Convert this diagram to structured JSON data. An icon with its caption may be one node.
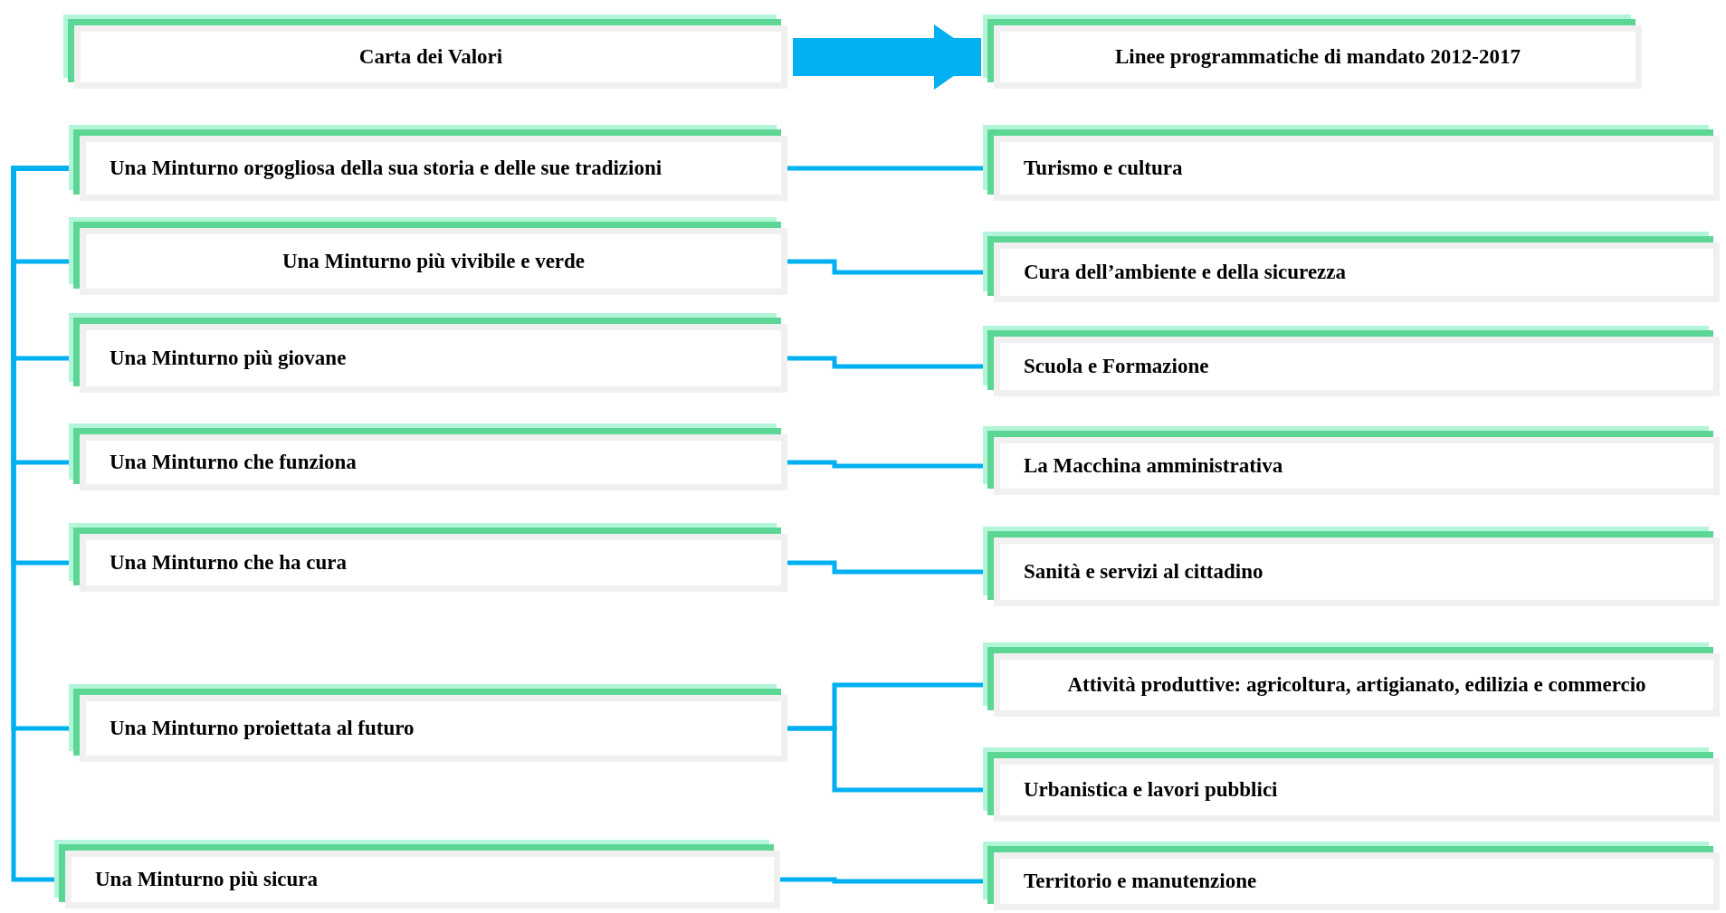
{
  "diagram": {
    "nodes": [
      {
        "text": [
          "Carta dei Valori"
        ]
      },
      {
        "text": [
          "Linee programmatiche di mandato 2012-2017"
        ]
      },
      {
        "text": [
          "Una Minturno orgogliosa della sua storia e delle sue tradizioni"
        ]
      },
      {
        "text": [
          "Turismo e cultura"
        ]
      },
      {
        "text": [
          "Una Minturno più vivibile e verde"
        ]
      },
      {
        "text": [
          "Cura dell’ambiente e della sicurezza"
        ]
      },
      {
        "text": [
          "Una Minturno più giovane"
        ]
      },
      {
        "text": [
          "Scuola e Formazione"
        ]
      },
      {
        "text": [
          "Una Minturno che funziona"
        ]
      },
      {
        "text": [
          "La Macchina amministrativa"
        ]
      },
      {
        "text": [
          "Una Minturno che ha cura"
        ]
      },
      {
        "text": [
          "Sanità e servizi al cittadino"
        ]
      },
      {
        "text": [
          "Attività produttive: agricoltura, artigianato, edilizia e commercio"
        ]
      },
      {
        "text": [
          "Una Minturno proiettata al futuro"
        ]
      },
      {
        "text": [
          "Urbanistica e lavori pubblici"
        ]
      },
      {
        "text": [
          "Una Minturno più sicura"
        ]
      },
      {
        "text": [
          "Territorio e manutenzione"
        ]
      }
    ],
    "edges": [
      {
        "from": 0,
        "to": 1,
        "arrow": "to",
        "style": "thick"
      },
      {
        "from": 2,
        "to": 4,
        "arrow": "none"
      },
      {
        "from": 2,
        "to": 6,
        "arrow": "none"
      },
      {
        "from": 2,
        "to": 8,
        "arrow": "none"
      },
      {
        "from": 2,
        "to": 10,
        "arrow": "none"
      },
      {
        "from": 2,
        "to": 13,
        "arrow": "none"
      },
      {
        "from": 2,
        "to": 15,
        "arrow": "none"
      },
      {
        "from": 2,
        "to": 3,
        "arrow": "none"
      },
      {
        "from": 4,
        "to": 5,
        "arrow": "none"
      },
      {
        "from": 6,
        "to": 7,
        "arrow": "none"
      },
      {
        "from": 8,
        "to": 9,
        "arrow": "none"
      },
      {
        "from": 10,
        "to": 11,
        "arrow": "none"
      },
      {
        "from": 13,
        "to": 12,
        "arrow": "none"
      },
      {
        "from": 13,
        "to": 14,
        "arrow": "none"
      },
      {
        "from": 15,
        "to": 16,
        "arrow": "none"
      }
    ]
  }
}
